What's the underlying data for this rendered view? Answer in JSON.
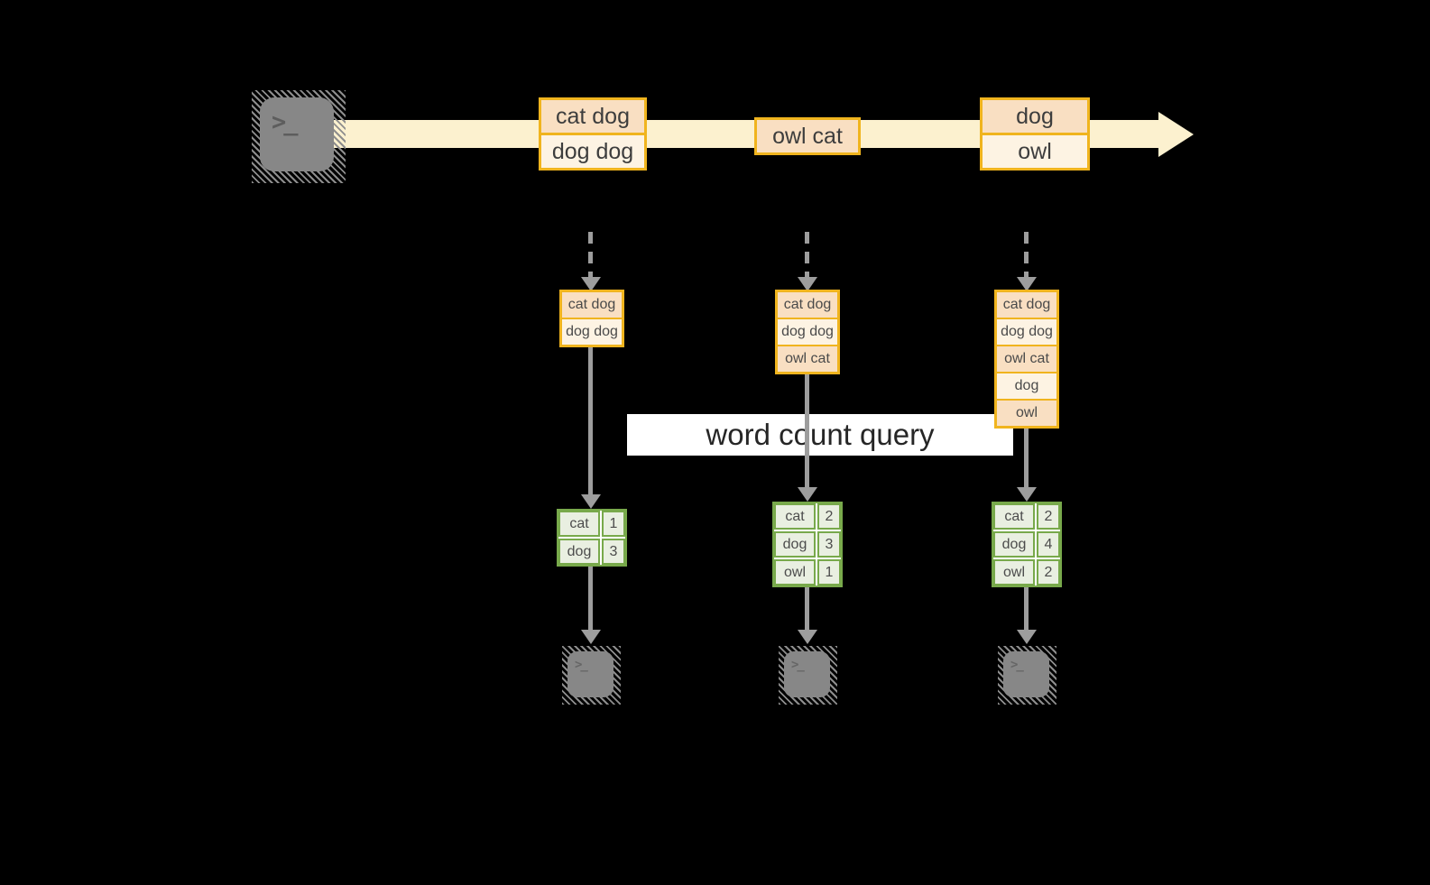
{
  "diagram": {
    "terminal_glyph": ">_",
    "query_label": "word count query",
    "stream": {
      "events": [
        {
          "rows": [
            "cat dog",
            "dog dog"
          ]
        },
        {
          "rows": [
            "owl cat"
          ]
        },
        {
          "rows": [
            "dog",
            "owl"
          ]
        }
      ]
    },
    "columns": [
      {
        "state_rows": [
          "cat dog",
          "dog dog"
        ],
        "counts": [
          {
            "word": "cat",
            "count": "1"
          },
          {
            "word": "dog",
            "count": "3"
          }
        ]
      },
      {
        "state_rows": [
          "cat dog",
          "dog dog",
          "owl cat"
        ],
        "counts": [
          {
            "word": "cat",
            "count": "2"
          },
          {
            "word": "dog",
            "count": "3"
          },
          {
            "word": "owl",
            "count": "1"
          }
        ]
      },
      {
        "state_rows": [
          "cat dog",
          "dog dog",
          "owl cat",
          "dog",
          "owl"
        ],
        "counts": [
          {
            "word": "cat",
            "count": "2"
          },
          {
            "word": "dog",
            "count": "4"
          },
          {
            "word": "owl",
            "count": "2"
          }
        ]
      }
    ],
    "colors": {
      "background": "#000000",
      "stream_band": "#fcf1cf",
      "box_border": "#f0b41e",
      "box_fill_peach": "#f9dfc2",
      "box_fill_cream": "#fdf3e3",
      "table_border": "#78a94b",
      "table_cell_fill": "#e9efe1",
      "arrow_gray": "#9d9d9d",
      "terminal_gray": "#878787",
      "query_band": "#ffffff"
    }
  }
}
